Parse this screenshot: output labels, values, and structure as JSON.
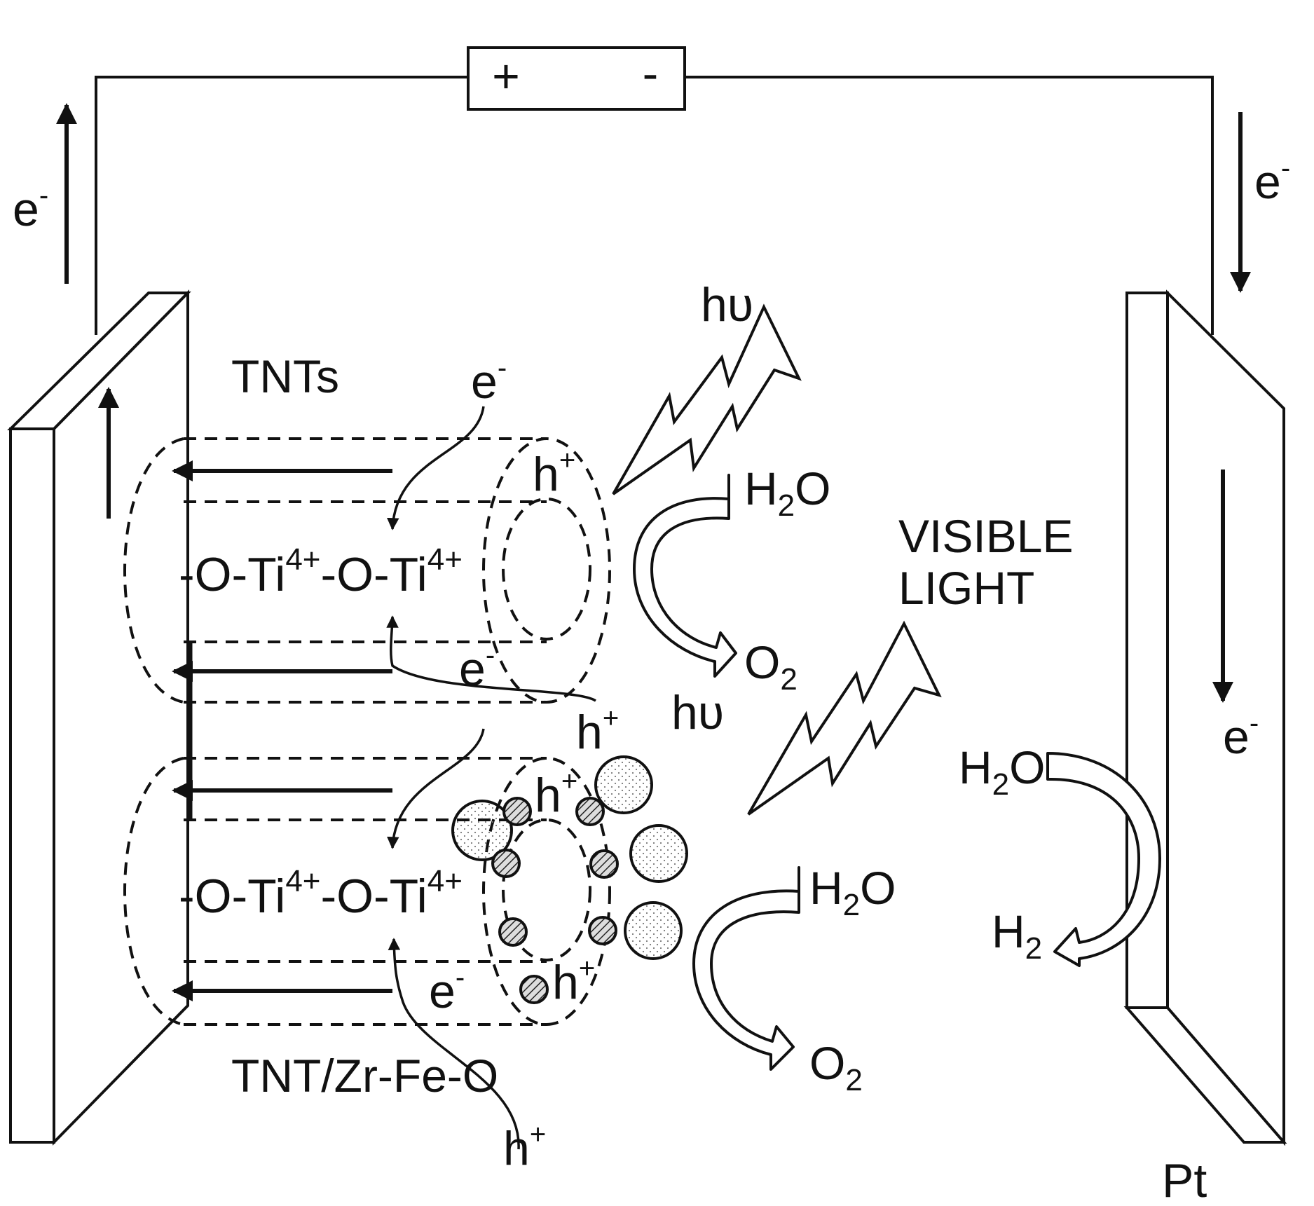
{
  "battery": {
    "plus": "+",
    "minus": "-"
  },
  "electron": {
    "base": "e",
    "sup": "-"
  },
  "hole": {
    "base": "h",
    "sup": "+"
  },
  "photon": "hυ",
  "labels": {
    "tnts": "TNTs",
    "tnt_zr": "TNT/Zr-Fe-O",
    "visible": "VISIBLE",
    "light": "LIGHT",
    "pt": "Pt"
  },
  "chain": {
    "part1": "-O-Ti",
    "sup1": "4+",
    "part2": "-O-Ti",
    "sup2": "4+"
  },
  "species": {
    "h": "H",
    "o": "O",
    "two": "2"
  },
  "colors": {
    "line": "#111111",
    "background": "#ffffff"
  }
}
